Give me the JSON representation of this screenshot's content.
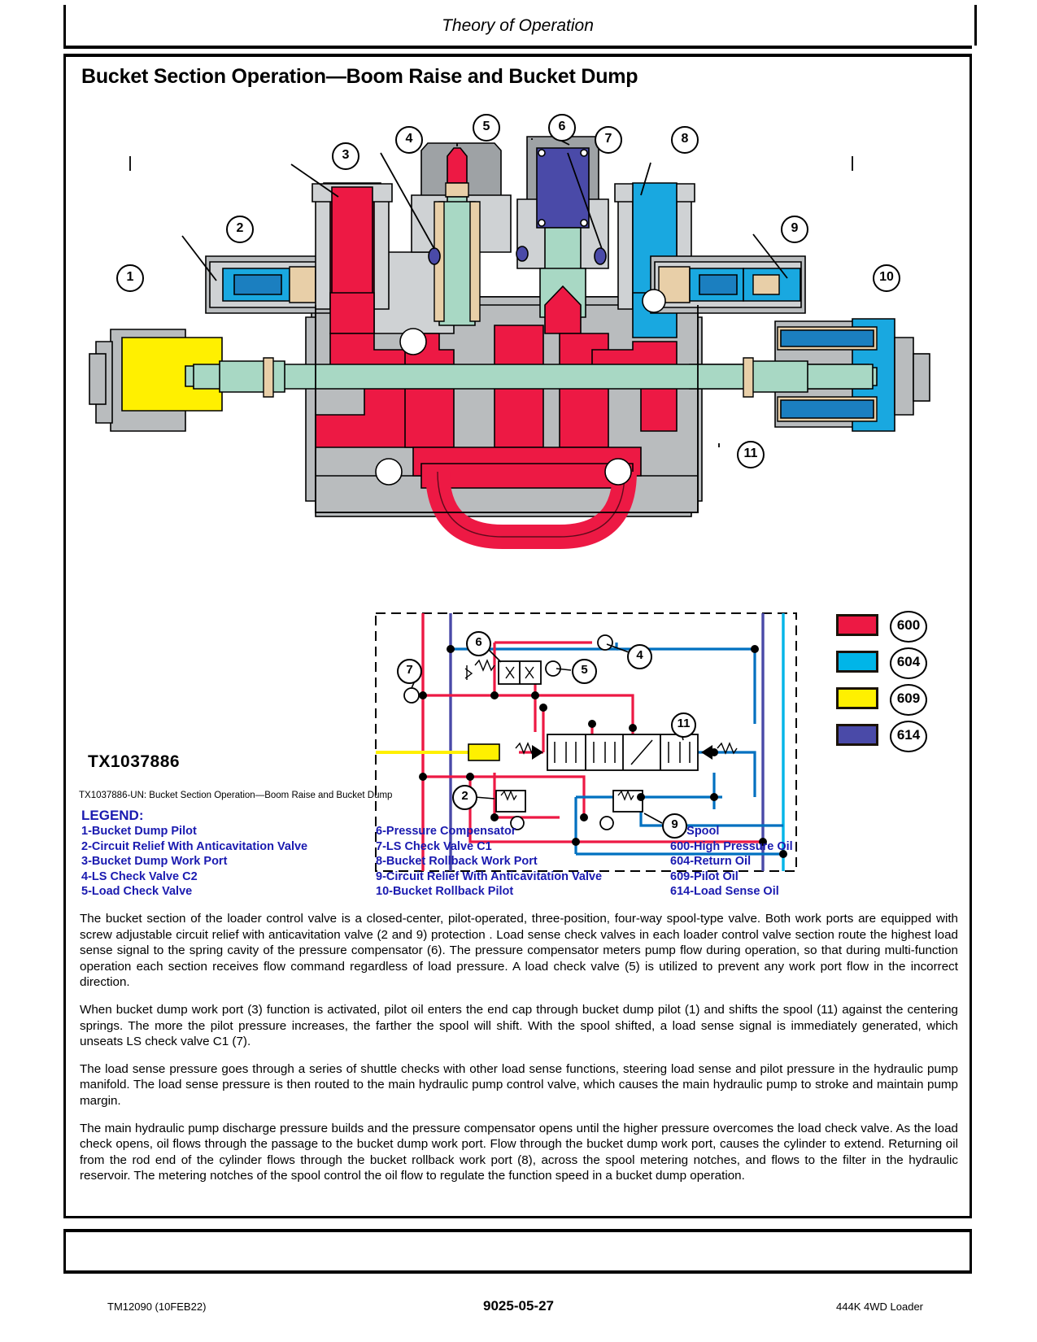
{
  "header": {
    "running_title": "Theory of Operation"
  },
  "section": {
    "title": "Bucket Section Operation—Boom Raise and Bucket Dump"
  },
  "figure": {
    "id_label": "TX1037886",
    "caption": "TX1037886-UN: Bucket Section Operation—Boom Raise and Bucket Dump",
    "cutaway_callouts": [
      "1",
      "2",
      "3",
      "4",
      "5",
      "6",
      "7",
      "8",
      "9",
      "10",
      "11"
    ],
    "schematic_callouts": [
      "2",
      "4",
      "5",
      "6",
      "7",
      "9",
      "11"
    ]
  },
  "color_legend": {
    "rows": [
      {
        "code": "600",
        "color": "#ed1944",
        "name": "high-pressure-oil"
      },
      {
        "code": "604",
        "color": "#00b5e8",
        "name": "return-oil"
      },
      {
        "code": "609",
        "color": "#fff000",
        "name": "pilot-oil"
      },
      {
        "code": "614",
        "color": "#4a4aa8",
        "name": "load-sense-oil"
      }
    ]
  },
  "legend": {
    "title": "LEGEND:",
    "text_color": "#1a1ab0",
    "col1": [
      "1-Bucket Dump Pilot",
      "2-Circuit Relief With Anticavitation Valve",
      "3-Bucket Dump Work Port",
      "4-LS Check Valve C2",
      "5-Load Check Valve"
    ],
    "col2": [
      "6-Pressure Compensator",
      "7-LS Check Valve C1",
      "8-Bucket Rollback Work Port",
      "9-Circuit Relief With Anticavitation Valve",
      "10-Bucket Rollback Pilot"
    ],
    "col3": [
      "11-Spool",
      "600-High Pressure Oil",
      "604-Return Oil",
      "609-Pilot Oil",
      "614-Load Sense Oil"
    ]
  },
  "body": {
    "p1": "The bucket section of the loader control valve is a closed-center, pilot-operated, three-position, four-way spool-type valve. Both work ports are equipped with screw adjustable circuit relief with anticavitation valve (2 and 9) protection . Load sense check valves in each loader control valve section route the highest load sense signal to the spring cavity of the pressure compensator (6). The pressure compensator meters pump flow during operation, so that during multi-function operation each section receives flow command regardless of load pressure. A load check valve (5) is utilized to prevent any work port flow in the incorrect direction.",
    "p2": "When bucket dump work port (3) function is activated, pilot oil enters the end cap through bucket dump pilot (1) and shifts the spool (11) against the centering springs. The more the pilot pressure increases, the farther the spool will shift. With the spool shifted, a load sense signal is immediately generated, which unseats LS check valve C1 (7).",
    "p3": "The load sense pressure goes through a series of shuttle checks with other load sense functions, steering load sense and pilot pressure in the hydraulic pump manifold. The load sense pressure is then routed to the main hydraulic pump control valve, which causes the main hydraulic pump to stroke and maintain pump margin.",
    "p4": "The main hydraulic pump discharge pressure builds and the pressure compensator opens until the higher pressure overcomes the load check valve. As the load check opens, oil flows through the passage to the bucket dump work port. Flow through the bucket dump work port, causes the cylinder to extend. Returning oil from the rod end of the cylinder flows through the bucket rollback work port (8), across the spool metering notches, and flows to the filter in the hydraulic reservoir. The metering notches of the spool control the oil flow to regulate the function speed in a bucket dump operation."
  },
  "footer": {
    "left": "TM12090 (10FEB22)",
    "center": "9025-05-27",
    "right": "444K 4WD Loader"
  }
}
